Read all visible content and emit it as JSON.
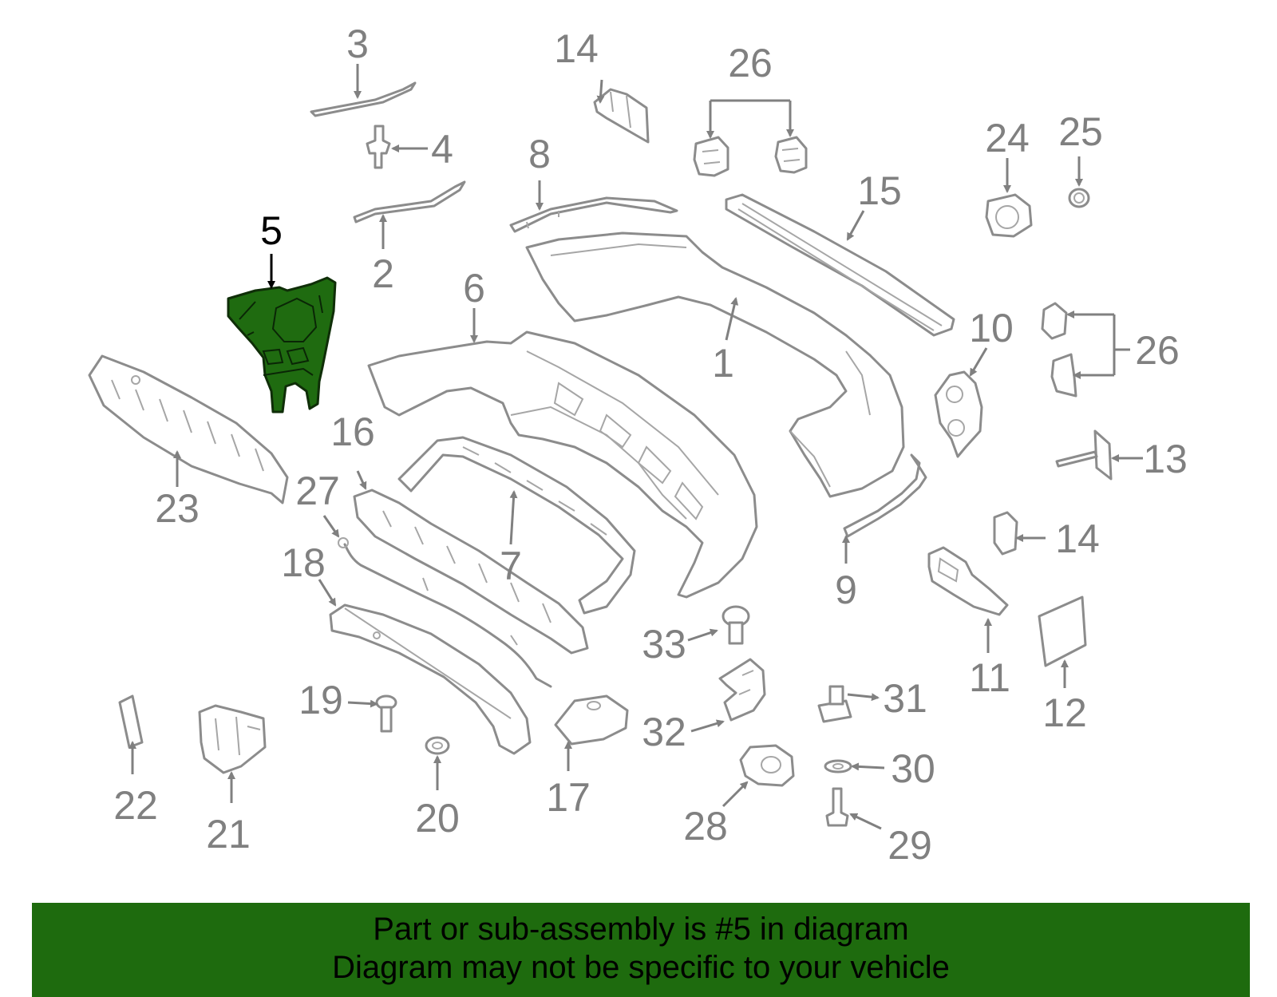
{
  "diagram": {
    "highlighted_callout": "5",
    "highlight_color": "#1e6b0e",
    "line_color": "#8c8c8c",
    "callouts": {
      "c1": "1",
      "c2": "2",
      "c3": "3",
      "c4": "4",
      "c5": "5",
      "c6": "6",
      "c7": "7",
      "c8": "8",
      "c9": "9",
      "c10": "10",
      "c11": "11",
      "c12": "12",
      "c13": "13",
      "c14a": "14",
      "c14b": "14",
      "c15": "15",
      "c16": "16",
      "c17": "17",
      "c18": "18",
      "c19": "19",
      "c20": "20",
      "c21": "21",
      "c22": "22",
      "c23": "23",
      "c24": "24",
      "c25": "25",
      "c26a": "26",
      "c26b": "26",
      "c27": "27",
      "c28": "28",
      "c29": "29",
      "c30": "30",
      "c31": "31",
      "c32": "32",
      "c33": "33"
    }
  },
  "banner": {
    "background": "#1e6b0e",
    "line1": "Part or sub-assembly is #5 in diagram",
    "line2": "Diagram may not be specific to your vehicle"
  }
}
